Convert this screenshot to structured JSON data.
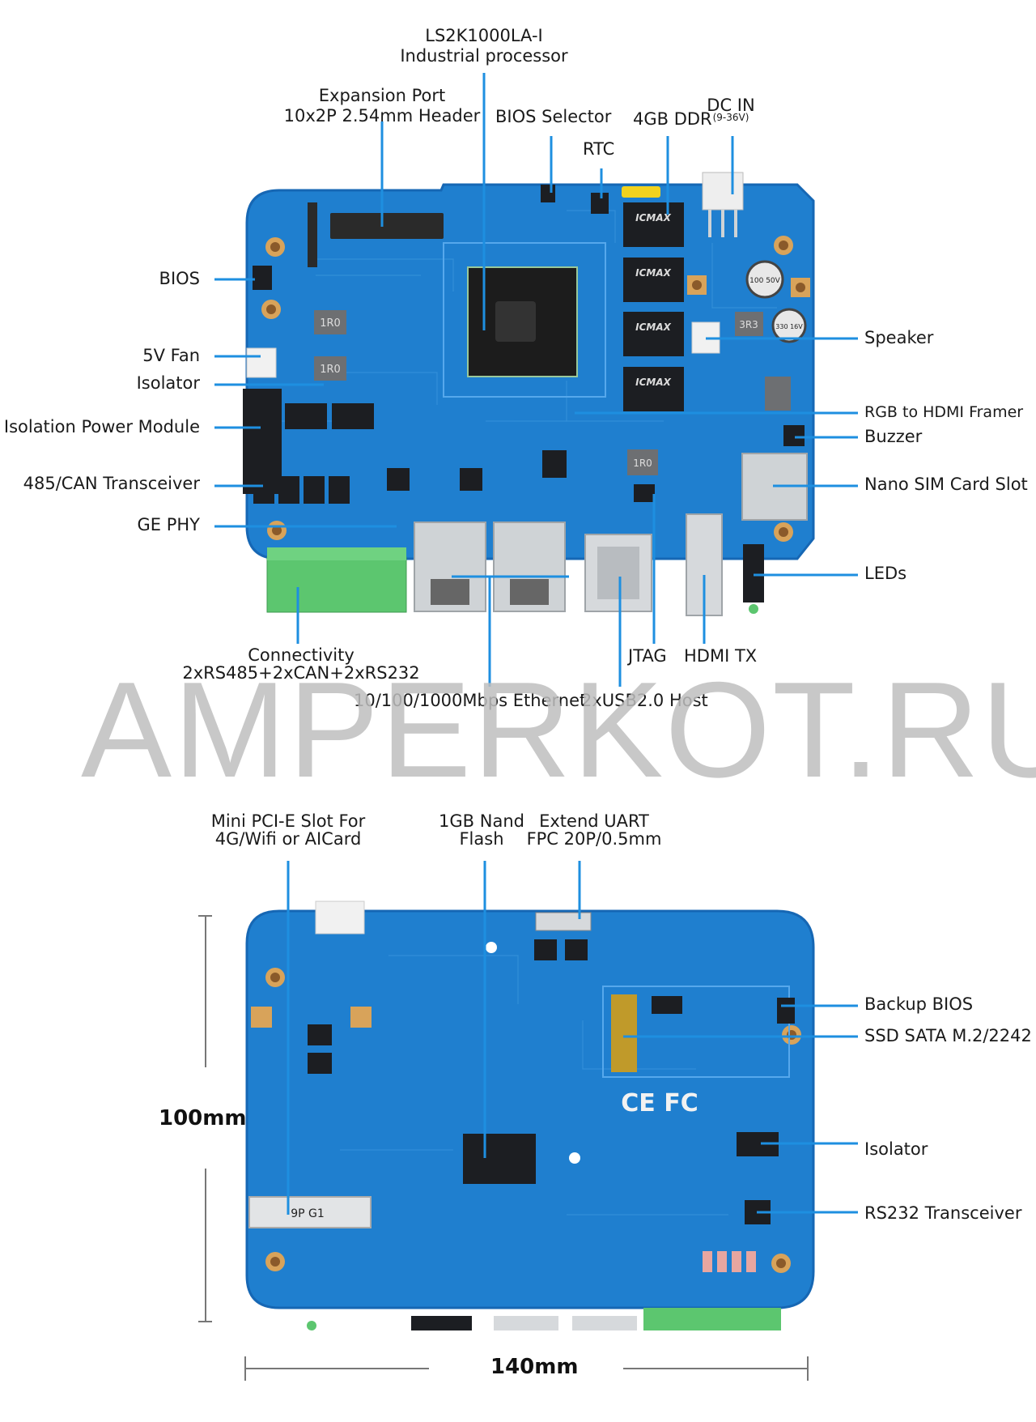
{
  "top_board": {
    "labels": {
      "processor_1": "LS2K1000LA-I",
      "processor_2": "Industrial processor",
      "expansion_1": "Expansion Port",
      "expansion_2": "10x2P 2.54mm Header",
      "bios_selector": "BIOS Selector",
      "ddr": "4GB DDR",
      "dcin": "DC IN",
      "dcin_range": "(9-36V)",
      "rtc": "RTC",
      "bios": "BIOS",
      "fan": "5V Fan",
      "isolator": "Isolator",
      "iso_power": "Isolation Power Module",
      "transceiver": "485/CAN Transceiver",
      "gephy": "GE PHY",
      "speaker": "Speaker",
      "hdmi_framer": "RGB to HDMI Framer",
      "buzzer": "Buzzer",
      "sim": "Nano SIM Card Slot",
      "leds": "LEDs",
      "conn_1": "Connectivity",
      "conn_2": "2xRS485+2xCAN+2xRS232",
      "jtag": "JTAG",
      "hdmi_tx": "HDMI TX",
      "ethernet": "10/100/1000Mbps Ethernet",
      "usb": "2xUSB2.0 Host"
    },
    "silkscreen": {
      "mem_brand": "ICMAX",
      "inductor": "1R0",
      "inductor_alt": "3R3",
      "cap_big": "100 50V",
      "cap_small": "330 16V"
    }
  },
  "watermark": "AMPERKOT.RU",
  "bottom_board": {
    "labels": {
      "pcie_1": "Mini PCI-E Slot For",
      "pcie_2": "4G/Wifi or AICard",
      "nand_1": "1GB Nand",
      "nand_2": "Flash",
      "uart_1": "Extend UART",
      "uart_2": "FPC 20P/0.5mm",
      "backup_bios": "Backup BIOS",
      "ssd": "SSD SATA M.2/2242",
      "isolator": "Isolator",
      "rs232": "RS232 Transceiver"
    },
    "silkscreen": {
      "slot_code": "9P G1",
      "marks": "CE FC"
    },
    "dimensions": {
      "height": "100mm",
      "width": "140mm"
    }
  },
  "colors": {
    "pcb": "#1f7fcf",
    "pcb_dark": "#1667b4",
    "leader": "#1e8fe0",
    "terminal": "#5cc66f",
    "metal": "#cfd3d6",
    "chip": "#1b1e22",
    "pad": "#d8a35a"
  }
}
